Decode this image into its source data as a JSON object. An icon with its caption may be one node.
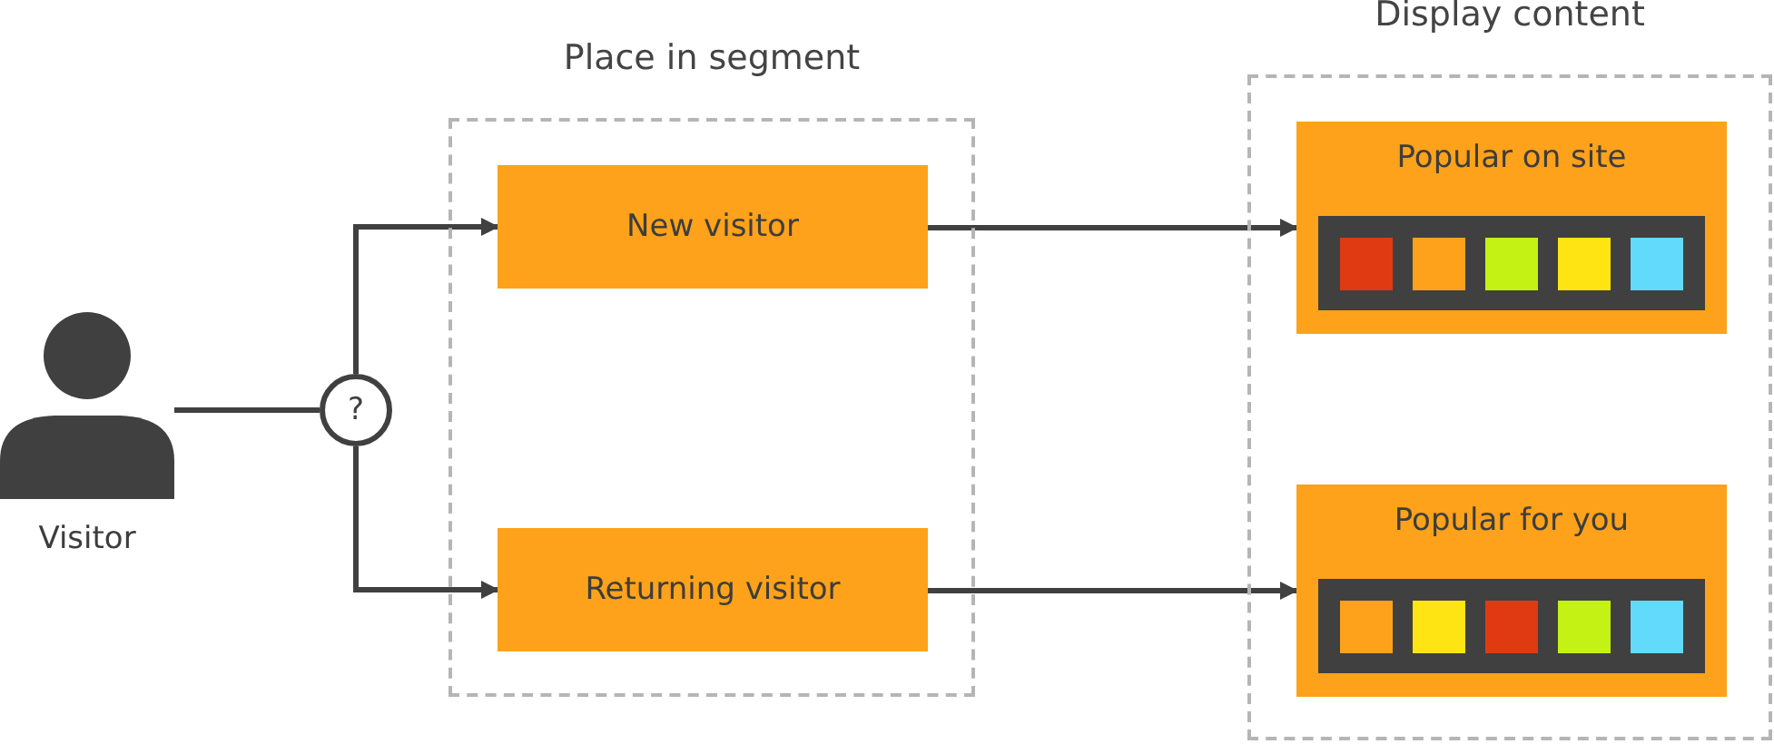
{
  "diagram": {
    "nodes": [
      {
        "text": [
          "Visitor"
        ]
      },
      {
        "text": [
          "Place in segment"
        ]
      },
      {
        "text": [
          "New visitor"
        ],
        "in": 1
      },
      {
        "text": [
          "Returning visitor"
        ],
        "in": 1
      },
      {
        "text": [
          "Display content"
        ]
      },
      {
        "text": [
          "Popular on site"
        ],
        "in": 4
      },
      {
        "text": [
          "Popular for you"
        ],
        "in": 4
      },
      {
        "text": [
          "?"
        ]
      }
    ],
    "edges": [
      {
        "from": 0,
        "to": 7,
        "arrow": "none"
      },
      {
        "from": 7,
        "to": 2,
        "arrow": "to"
      },
      {
        "from": 7,
        "to": 3,
        "arrow": "to"
      },
      {
        "from": 2,
        "to": 5,
        "arrow": "to"
      },
      {
        "from": 3,
        "to": 6,
        "arrow": "to"
      }
    ]
  }
}
